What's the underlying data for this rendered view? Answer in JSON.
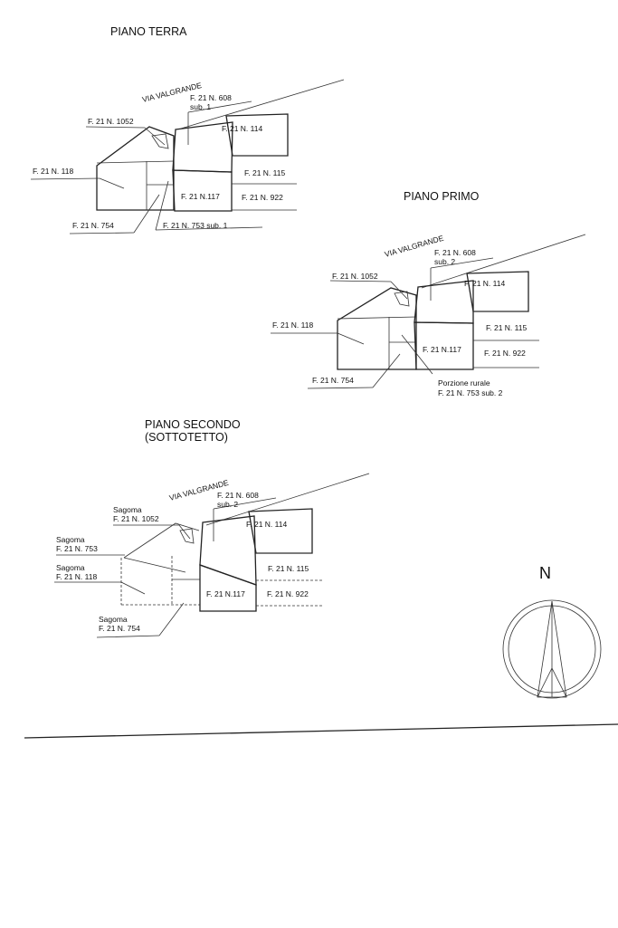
{
  "ground_floor": {
    "title": "PIANO TERRA",
    "road": "VIA VALGRANDE",
    "labels": {
      "p608": "F. 21 N. 608",
      "p608_sub": "sub. 1",
      "p1052": "F. 21 N. 1052",
      "p114": "F. 21 N. 114",
      "p118": "F. 21 N. 118",
      "p115": "F. 21 N. 115",
      "p117": "F. 21 N.117",
      "p922": "F. 21 N. 922",
      "p754": "F. 21 N. 754",
      "p753": "F. 21 N. 753 sub. 1"
    }
  },
  "first_floor": {
    "title": "PIANO PRIMO",
    "road": "VIA VALGRANDE",
    "labels": {
      "p608": "F. 21 N. 608",
      "p608_sub": "sub. 2",
      "p1052": "F. 21 N. 1052",
      "p114": "F. 21 N. 114",
      "p118": "F. 21 N. 118",
      "p115": "F. 21 N. 115",
      "p117": "F. 21 N.117",
      "p922": "F. 21 N. 922",
      "p754": "F. 21 N. 754",
      "rural": "Porzione rurale",
      "p753": "F. 21 N. 753 sub. 2"
    }
  },
  "second_floor": {
    "title_line1": "PIANO SECONDO",
    "title_line2": "(SOTTOTETTO)",
    "road": "VIA VALGRANDE",
    "labels": {
      "p608": "F. 21 N. 608",
      "p608_sub": "sub. 2",
      "sagoma_1052": "Sagoma",
      "p1052": "F. 21 N. 1052",
      "sagoma_753": "Sagoma",
      "p753": "F. 21 N. 753",
      "sagoma_118": "Sagoma",
      "p118": "F. 21 N. 118",
      "p114": "F. 21 N. 114",
      "p115": "F. 21 N. 115",
      "p117": "F. 21 N.117",
      "p922": "F. 21 N. 922",
      "sagoma_754": "Sagoma",
      "p754": "F. 21 N. 754"
    }
  },
  "north_arrow": {
    "label": "N"
  }
}
